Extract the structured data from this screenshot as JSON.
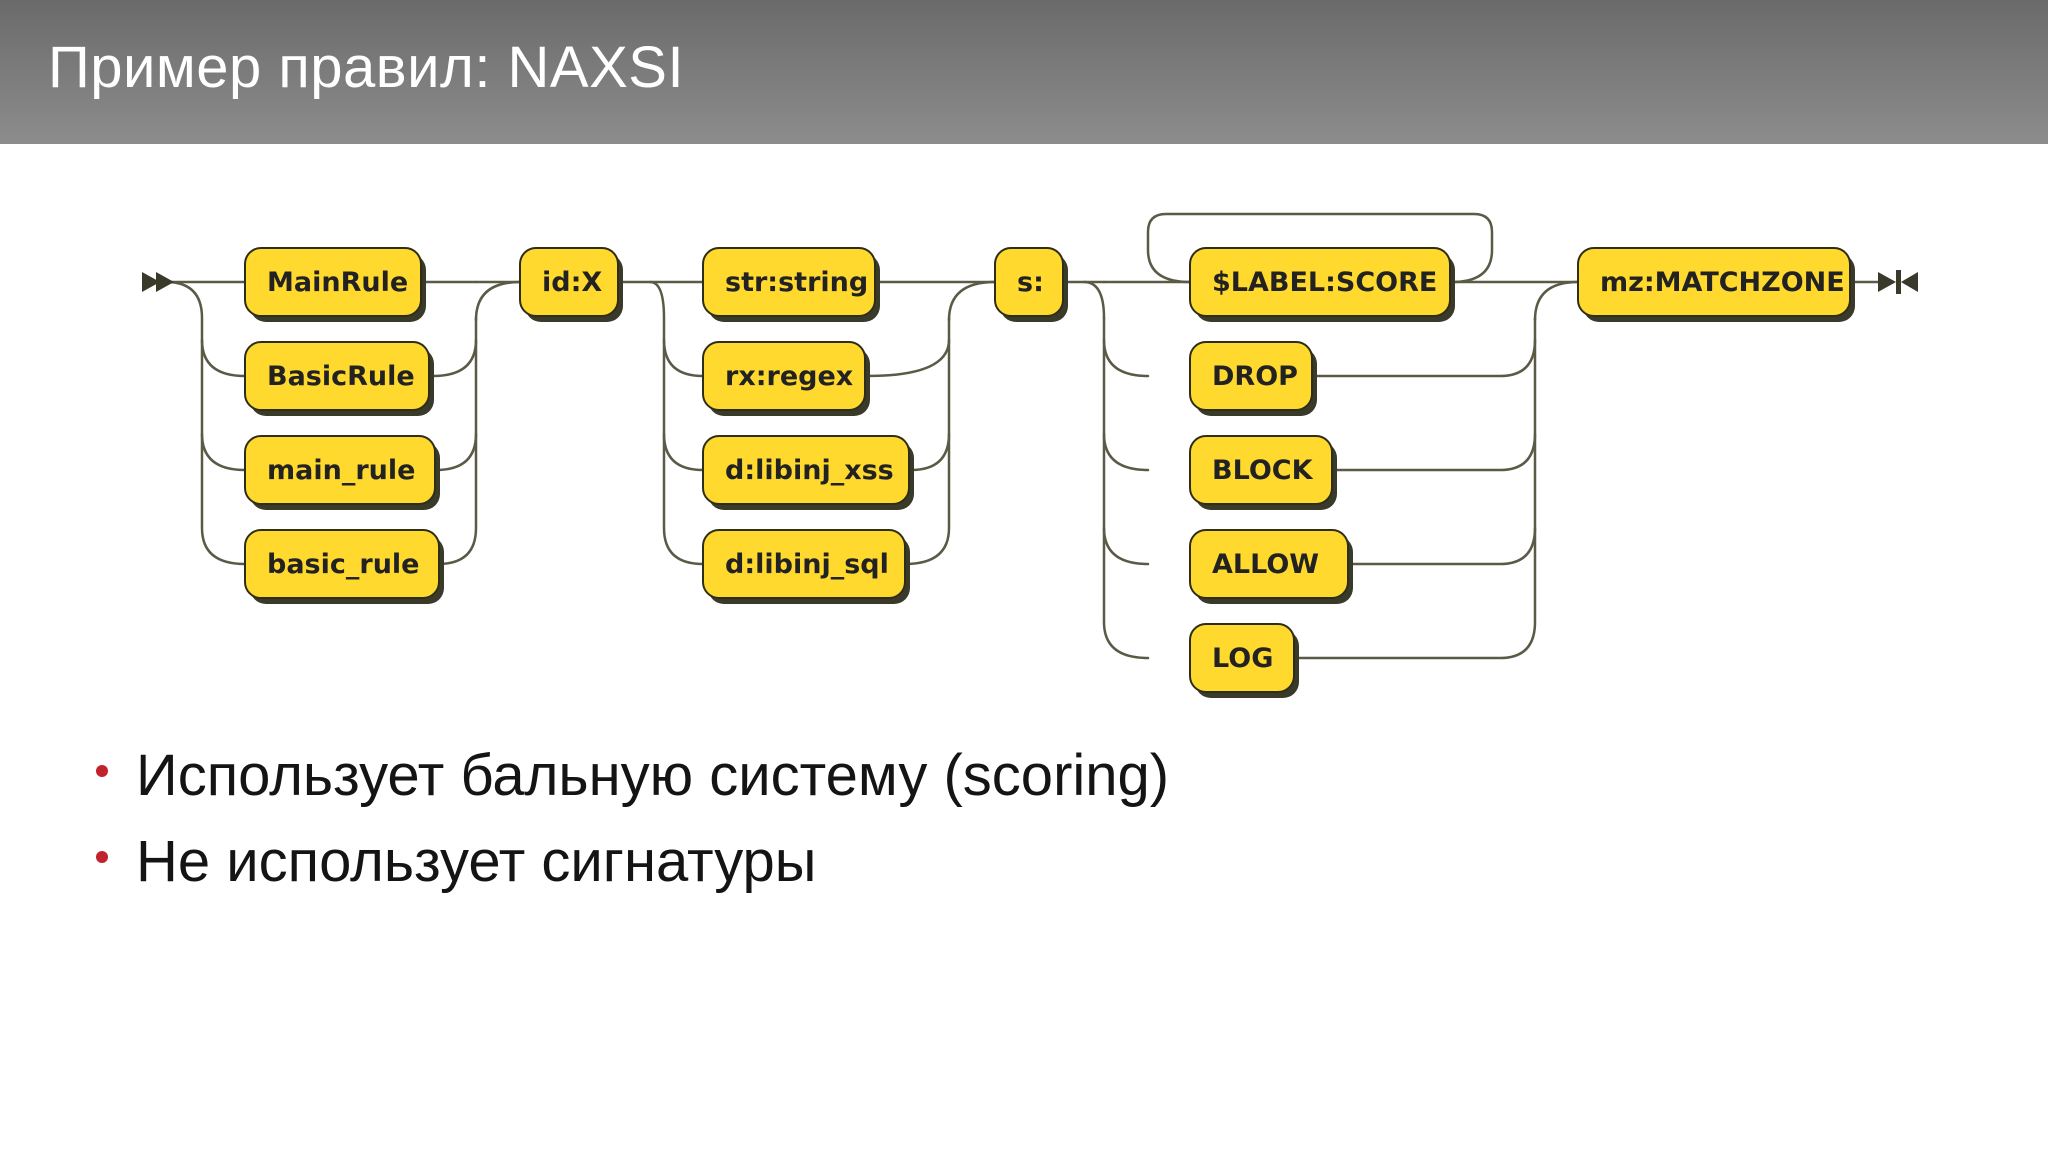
{
  "header": {
    "title": "Пример правил: NAXSI"
  },
  "diagram": {
    "groups": [
      {
        "id": "rule-type",
        "options": [
          "MainRule",
          "BasicRule",
          "main_rule",
          "basic_rule"
        ]
      },
      {
        "id": "id",
        "options": [
          "id:X"
        ]
      },
      {
        "id": "match",
        "options": [
          "str:string",
          "rx:regex",
          "d:libinj_xss",
          "d:libinj_sql"
        ]
      },
      {
        "id": "score-prefix",
        "options": [
          "s:"
        ]
      },
      {
        "id": "action",
        "options": [
          "$LABEL:SCORE",
          "DROP",
          "BLOCK",
          "ALLOW",
          "LOG"
        ],
        "loop_on_first": true
      },
      {
        "id": "matchzone",
        "options": [
          "mz:MATCHZONE"
        ]
      }
    ],
    "colors": {
      "node_fill": "#ffd92e",
      "node_stroke": "#2e2e16",
      "node_shadow": "#3a3a2a",
      "line": "#5a5a46"
    }
  },
  "bullets": [
    {
      "text": "Использует бальную систему (scoring)"
    },
    {
      "text": "Не использует сигнатуры"
    }
  ],
  "colors": {
    "header_gradient_top": "#6a6a6a",
    "header_gradient_bottom": "#8c8c8c",
    "bullet_marker": "#c0232b"
  }
}
